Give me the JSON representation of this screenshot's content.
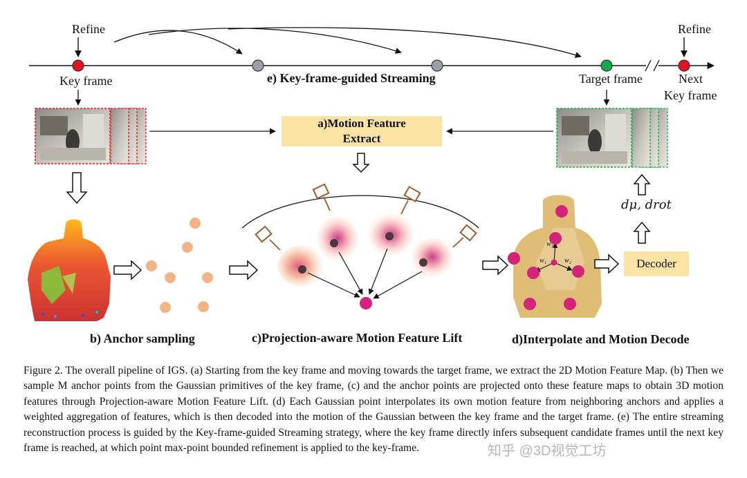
{
  "timeline": {
    "refine_left": "Refine",
    "key_frame": "Key frame",
    "streaming_title": "e) Key-frame-guided Streaming",
    "target_frame": "Target frame",
    "refine_right": "Refine",
    "next_key_frame_line1": "Next",
    "next_key_frame_line2": "Key frame"
  },
  "modules": {
    "motion_feature_line1": "a)Motion Feature",
    "motion_feature_line2": "Extract",
    "decoder": "Decoder",
    "delta_label": "dμ, drot"
  },
  "sections": {
    "anchor_sampling": "b) Anchor sampling",
    "projection_lift": "c)Projection-aware Motion Feature Lift",
    "interpolate_decode": "d)Interpolate and Motion Decode"
  },
  "interp_weights": [
    "w₁",
    "w₂",
    "w₃"
  ],
  "caption": "Figure 2. The overall pipeline of IGS. (a) Starting from the key frame and moving towards the target frame, we extract the 2D Motion Feature Map. (b) Then we sample M anchor points from the Gaussian primitives of the key frame, (c) and the anchor points are projected onto these feature maps to obtain 3D motion features through Projection-aware Motion Feature Lift. (d) Each Gaussian point interpolates its own motion feature from neighboring anchors and applies a weighted aggregation of features, which is then decoded into the motion of the Gaussian between the key frame and the target frame. (e) The entire streaming reconstruction process is guided by the Key-frame-guided Streaming strategy, where the key frame directly infers subsequent candidate frames until the next key frame is reached, at which point max-point bounded refinement is applied to the key-frame.",
  "watermark": "知乎 @3D视觉工坊",
  "colors": {
    "key_frame_dot": "#e0141e",
    "intermediate_dot": "#9aa0a8",
    "target_dot": "#13a84a",
    "anchor": "#f0b487",
    "magenta_anchor": "#d4237a",
    "module_fill": "#fbe3a6",
    "key_frame_border": "#e0141e",
    "target_frame_border": "#13a84a"
  }
}
